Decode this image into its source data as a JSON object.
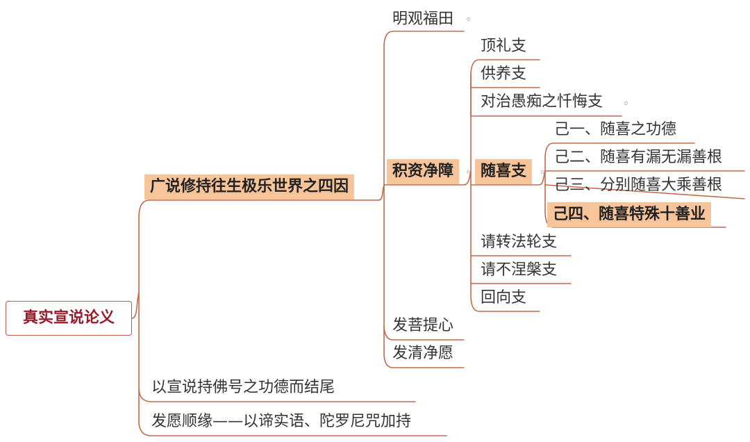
{
  "root": "真实宣说论义",
  "level1": {
    "four_causes": "广说修持往生极乐世界之四因",
    "ending": "以宣说持佛号之功德而结尾",
    "aspiration": "发愿顺缘——以谛实语、陀罗尼咒加持"
  },
  "level2": {
    "field": "明观福田",
    "accumulate": "积资净障",
    "bodhicitta": "发菩提心",
    "pure_wish": "发清净愿"
  },
  "level3": {
    "prostration": "顶礼支",
    "offering": "供养支",
    "confession": "对治愚痴之忏悔支",
    "rejoicing": "随喜支",
    "turn_wheel": "请转法轮支",
    "not_nirvana": "请不涅槃支",
    "dedication": "回向支"
  },
  "level4": {
    "j1": "己一、随喜之功德",
    "j2": "己二、随喜有漏无漏善根",
    "j3": "己三、分别随喜大乘善根",
    "j4": "己四、随喜特殊十善业"
  },
  "colors": {
    "line": "#c06a4a",
    "highlight": "#f8c49a",
    "root_text": "#9a1b28"
  }
}
